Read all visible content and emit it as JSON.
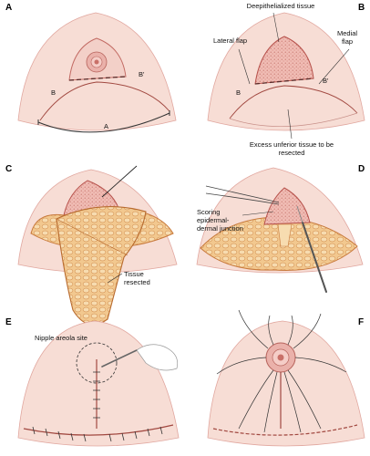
{
  "panels": {
    "A": {
      "label": "A",
      "points": {
        "b": "B",
        "b_prime": "B'",
        "a": "A"
      }
    },
    "B": {
      "label": "B",
      "points": {
        "b": "B",
        "b_prime": "B'"
      },
      "annotations": {
        "deepithelialized": "Deepithelialized tissue",
        "lateral_flap": "Lateral flap",
        "medial_flap": "Medial flap",
        "excess": "Excess unferior tissue to be resected"
      }
    },
    "C": {
      "label": "C",
      "annotations": {
        "tissue_resected": "Tissue resected"
      }
    },
    "D": {
      "label": "D",
      "annotations": {
        "scoring": "Scoring epidermal-dermal junction"
      }
    },
    "E": {
      "label": "E",
      "annotations": {
        "nipple_site": "Nipple areola site"
      }
    },
    "F": {
      "label": "F"
    }
  },
  "colors": {
    "skin": "#f7ddd5",
    "skin_edge": "#d98a82",
    "incision": "#9a3d3a",
    "fat": "#f2c88f",
    "fat_edge": "#c87a3c",
    "areola": "#e6a6a0",
    "sutures": "#333333"
  }
}
